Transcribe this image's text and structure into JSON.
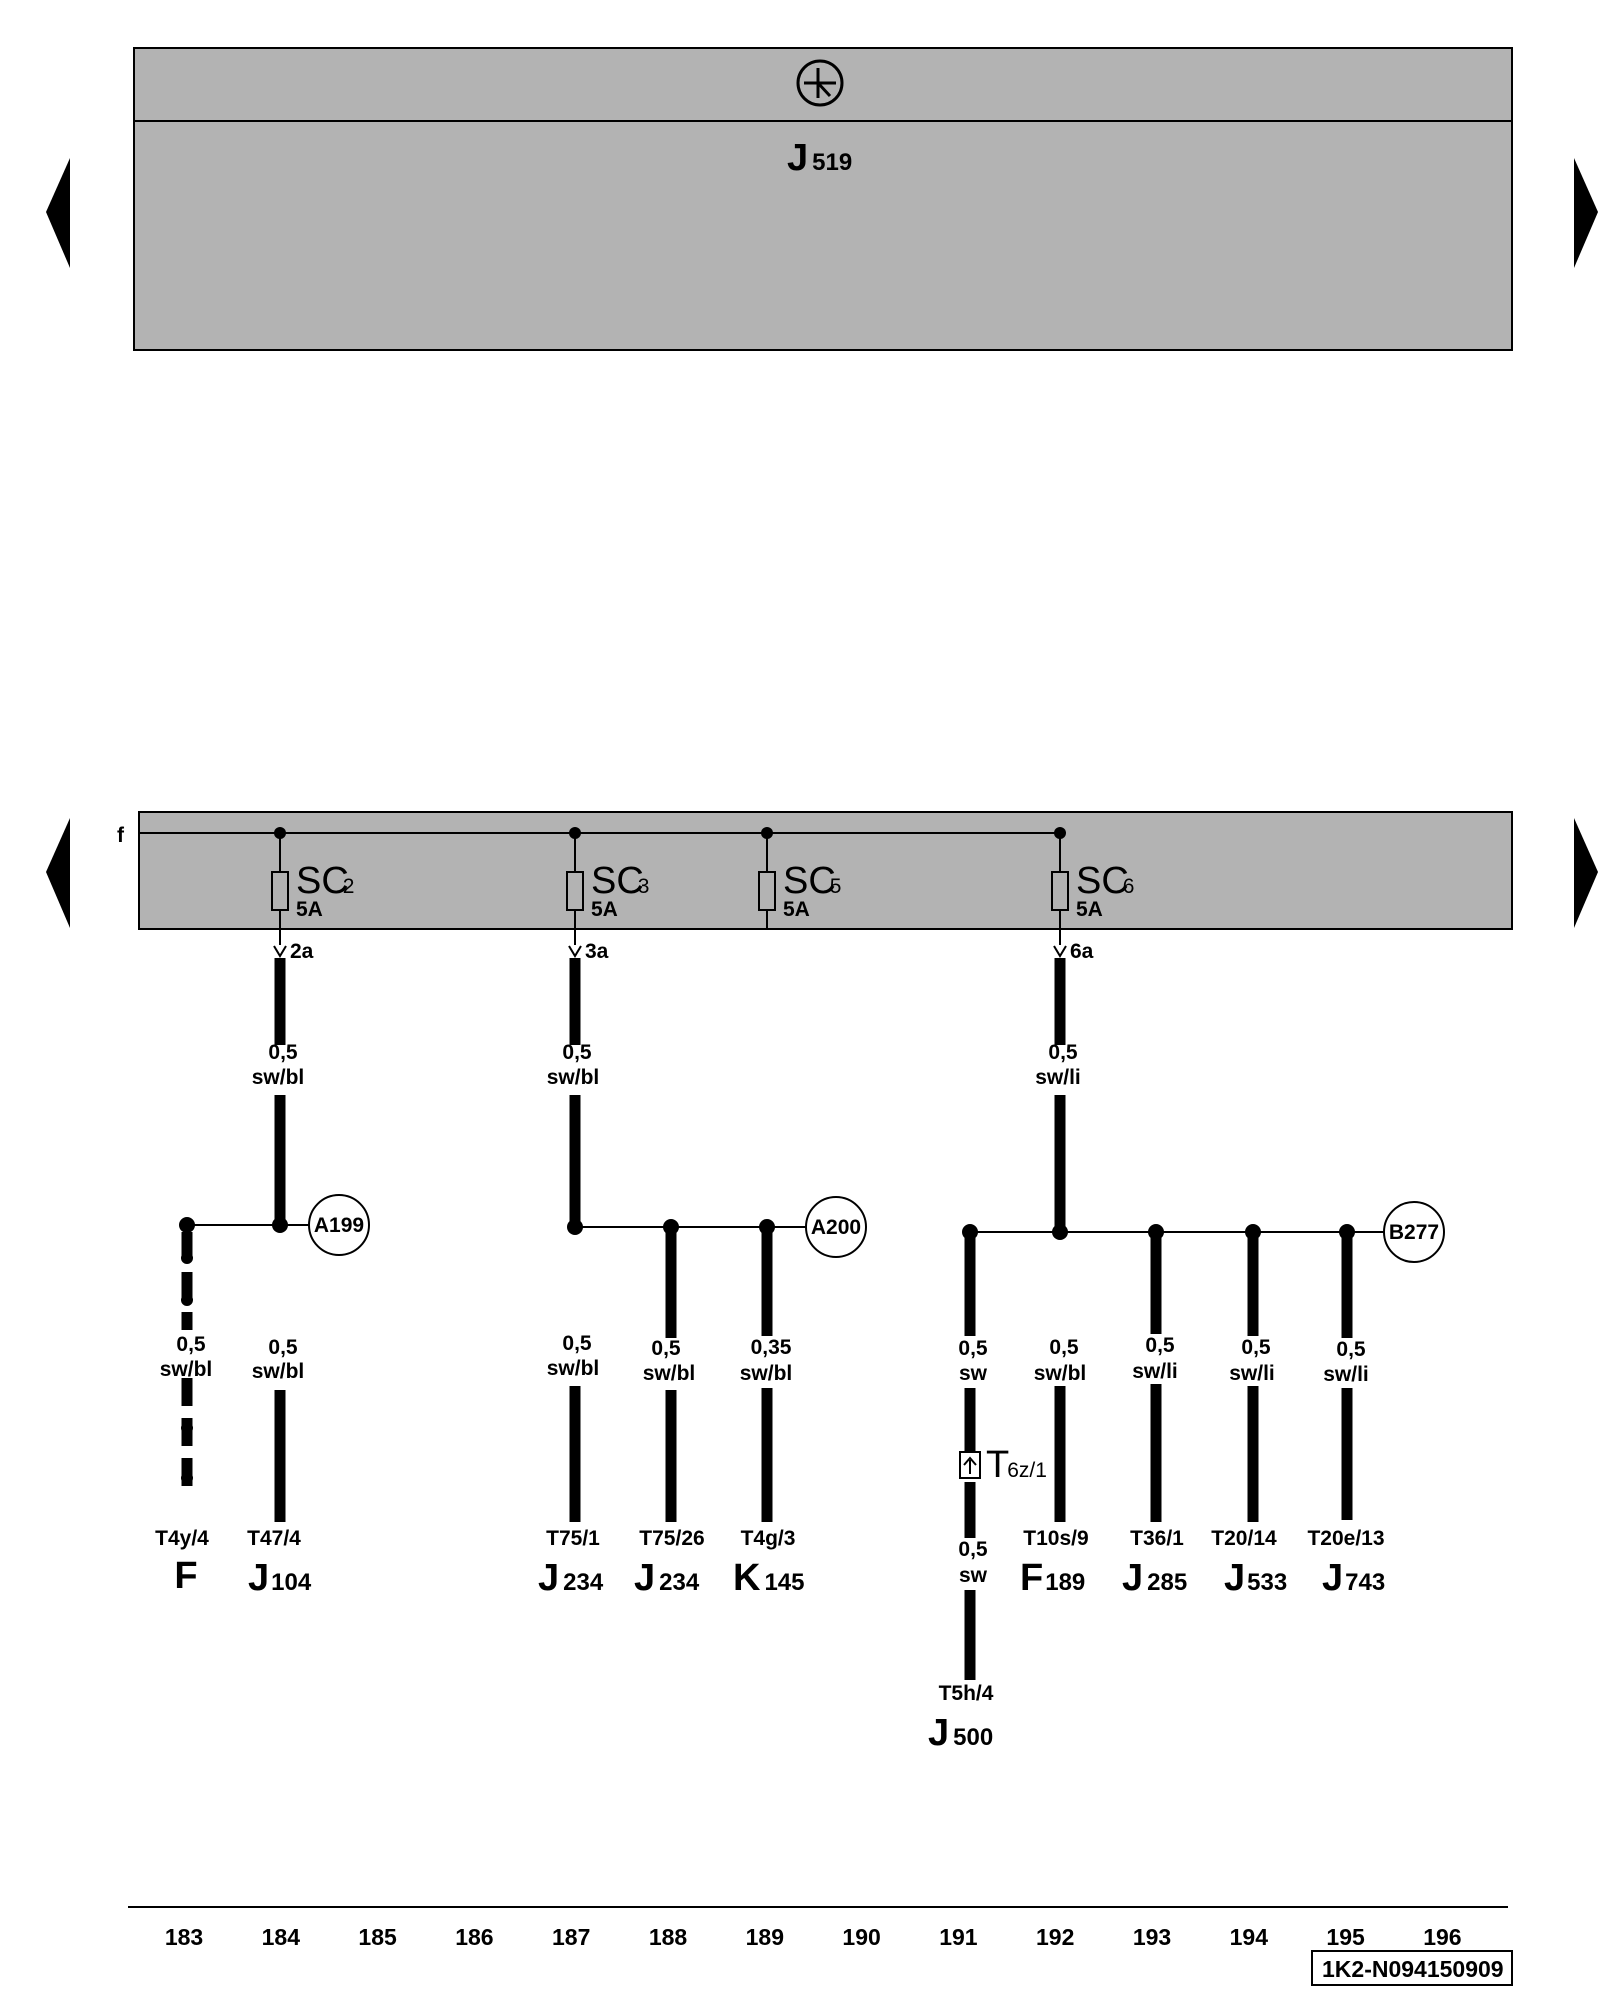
{
  "top_module": {
    "code": "J",
    "number": "519"
  },
  "bus_label": "f",
  "fuses": [
    {
      "code": "SC",
      "number": "2",
      "rating": "5A",
      "output": "2a"
    },
    {
      "code": "SC",
      "number": "3",
      "rating": "5A",
      "output": "3a"
    },
    {
      "code": "SC",
      "number": "5",
      "rating": "5A",
      "output": ""
    },
    {
      "code": "SC",
      "number": "6",
      "rating": "5A",
      "output": "6a"
    }
  ],
  "feed_wires": [
    {
      "size": "0,5",
      "color": "sw/bl"
    },
    {
      "size": "0,5",
      "color": "sw/bl"
    },
    {
      "size": "0,5",
      "color": "sw/li"
    }
  ],
  "junctions": [
    "A199",
    "A200",
    "B277"
  ],
  "branches": [
    {
      "size": "0,5",
      "color": "sw/bl",
      "connector": "T4y/4",
      "code": "F",
      "number": ""
    },
    {
      "size": "0,5",
      "color": "sw/bl",
      "connector": "T47/4",
      "code": "J",
      "number": "104"
    },
    {
      "size": "0,5",
      "color": "sw/bl",
      "connector": "T75/1",
      "code": "J",
      "number": "234"
    },
    {
      "size": "0,5",
      "color": "sw/bl",
      "connector": "T75/26",
      "code": "J",
      "number": "234"
    },
    {
      "size": "0,35",
      "color": "sw/bl",
      "connector": "T4g/3",
      "code": "K",
      "number": "145"
    },
    {
      "size": "0,5",
      "color": "sw",
      "connector": "T5h/4",
      "code": "J",
      "number": "500"
    },
    {
      "size": "0,5",
      "color": "sw/bl",
      "connector": "T10s/9",
      "code": "F",
      "number": "189"
    },
    {
      "size": "0,5",
      "color": "sw/li",
      "connector": "T36/1",
      "code": "J",
      "number": "285"
    },
    {
      "size": "0,5",
      "color": "sw/li",
      "connector": "T20/14",
      "code": "J",
      "number": "533"
    },
    {
      "size": "0,5",
      "color": "sw/li",
      "connector": "T20e/13",
      "code": "J",
      "number": "743"
    }
  ],
  "inline_connector": {
    "code": "T",
    "number": "6z/1"
  },
  "lower_wire": {
    "size": "0,5",
    "color": "sw"
  },
  "axis_numbers": [
    "183",
    "184",
    "185",
    "186",
    "187",
    "188",
    "189",
    "190",
    "191",
    "192",
    "193",
    "194",
    "195",
    "196"
  ],
  "doc_id": "1K2-N094150909",
  "colors": {
    "panel": "#b3b3b3",
    "line": "#000000",
    "background": "#ffffff"
  },
  "icons": [
    "arrow-left-icon",
    "arrow-right-icon",
    "ground-circle-icon",
    "fuse-icon"
  ]
}
